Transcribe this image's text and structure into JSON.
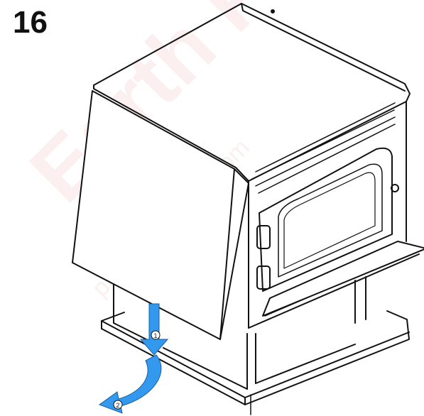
{
  "step_number": "16",
  "callouts": {
    "first": "1",
    "second": "2"
  },
  "watermark": {
    "large": "Earth P",
    "small": "parts-unlimited.com"
  },
  "colors": {
    "arrow": "#3399ee",
    "line": "#111111",
    "background": "#ffffff"
  }
}
